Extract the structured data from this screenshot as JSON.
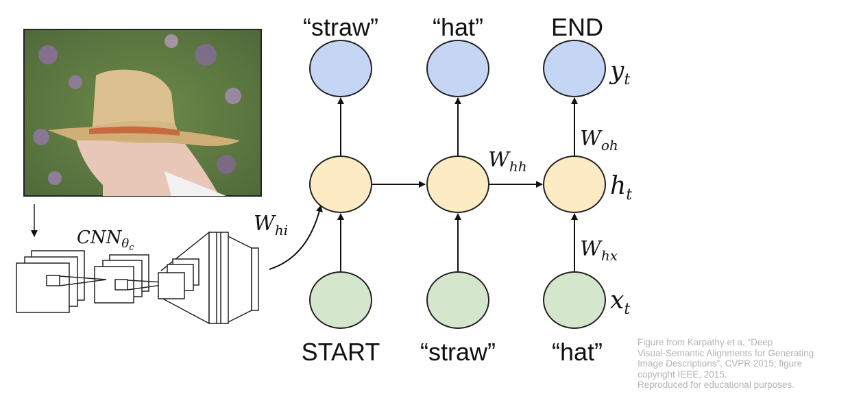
{
  "outputs": [
    "“straw”",
    "“hat”",
    "END"
  ],
  "inputs": [
    "START",
    "“straw”",
    "“hat”"
  ],
  "math": {
    "y": "y",
    "y_sub": "t",
    "h": "h",
    "h_sub": "t",
    "x": "x",
    "x_sub": "t",
    "woh": "W",
    "woh_sub": "oh",
    "whh": "W",
    "whh_sub": "hh",
    "whx": "W",
    "whx_sub": "hx",
    "whi": "W",
    "whi_sub": "hi",
    "cnn": "CNN",
    "cnn_sub": "θ",
    "cnn_subsub": "c"
  },
  "caption": [
    "Figure from Karpathy et a, “Deep",
    "Visual-Semantic Alignments for Generating",
    "Image Descriptions”, CVPR 2015; figure",
    "copyright IEEE, 2015.",
    "Reproduced for educational purposes."
  ],
  "colors": {
    "output": "#c5d6f4",
    "hidden": "#fdecc3",
    "input": "#d4e7cd"
  }
}
